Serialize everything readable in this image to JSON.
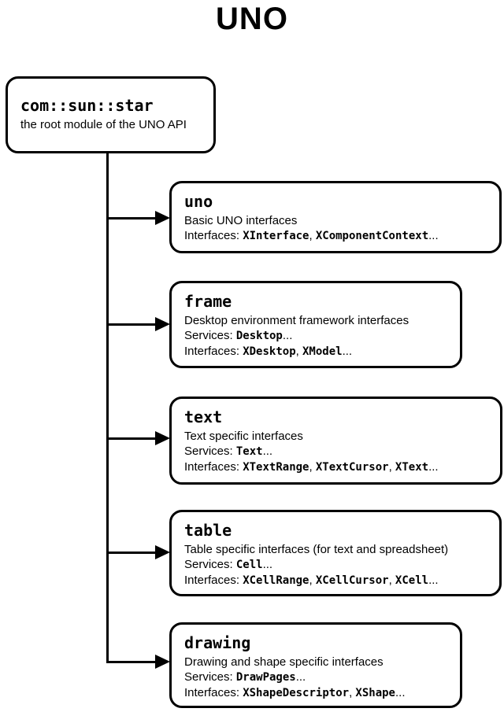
{
  "page_title": "UNO",
  "root": {
    "name": "com::sun::star",
    "description": "the root module of the UNO API"
  },
  "modules": [
    {
      "name": "uno",
      "description": "Basic UNO interfaces",
      "interfaces_line": [
        {
          "text": "Interfaces: ",
          "mono": false
        },
        {
          "text": "XInterface",
          "mono": true
        },
        {
          "text": ", ",
          "mono": false
        },
        {
          "text": "XComponentContext",
          "mono": true
        },
        {
          "text": "...",
          "mono": false
        }
      ]
    },
    {
      "name": "frame",
      "description": "Desktop environment framework interfaces",
      "services_line": [
        {
          "text": "Services: ",
          "mono": false
        },
        {
          "text": "Desktop",
          "mono": true
        },
        {
          "text": "...",
          "mono": false
        }
      ],
      "interfaces_line": [
        {
          "text": "Interfaces: ",
          "mono": false
        },
        {
          "text": "XDesktop",
          "mono": true
        },
        {
          "text": ", ",
          "mono": false
        },
        {
          "text": "XModel",
          "mono": true
        },
        {
          "text": "...",
          "mono": false
        }
      ]
    },
    {
      "name": "text",
      "description": "Text specific interfaces",
      "services_line": [
        {
          "text": "Services: ",
          "mono": false
        },
        {
          "text": "Text",
          "mono": true
        },
        {
          "text": "...",
          "mono": false
        }
      ],
      "interfaces_line": [
        {
          "text": "Interfaces: ",
          "mono": false
        },
        {
          "text": "XTextRange",
          "mono": true
        },
        {
          "text": ", ",
          "mono": false
        },
        {
          "text": "XTextCursor",
          "mono": true
        },
        {
          "text": ", ",
          "mono": false
        },
        {
          "text": "XText",
          "mono": true
        },
        {
          "text": "...",
          "mono": false
        }
      ]
    },
    {
      "name": "table",
      "description": "Table specific interfaces (for text and spreadsheet)",
      "services_line": [
        {
          "text": "Services: ",
          "mono": false
        },
        {
          "text": "Cell",
          "mono": true
        },
        {
          "text": "...",
          "mono": false
        }
      ],
      "interfaces_line": [
        {
          "text": "Interfaces: ",
          "mono": false
        },
        {
          "text": "XCellRange",
          "mono": true
        },
        {
          "text": ", ",
          "mono": false
        },
        {
          "text": "XCellCursor",
          "mono": true
        },
        {
          "text": ", ",
          "mono": false
        },
        {
          "text": "XCell",
          "mono": true
        },
        {
          "text": "...",
          "mono": false
        }
      ]
    },
    {
      "name": "drawing",
      "description": "Drawing and shape specific interfaces",
      "services_line": [
        {
          "text": "Services: ",
          "mono": false
        },
        {
          "text": "DrawPages",
          "mono": true
        },
        {
          "text": "...",
          "mono": false
        }
      ],
      "interfaces_line": [
        {
          "text": "Interfaces: ",
          "mono": false
        },
        {
          "text": "XShapeDescriptor",
          "mono": true
        },
        {
          "text": ", ",
          "mono": false
        },
        {
          "text": "XShape",
          "mono": true
        },
        {
          "text": "...",
          "mono": false
        }
      ]
    }
  ]
}
